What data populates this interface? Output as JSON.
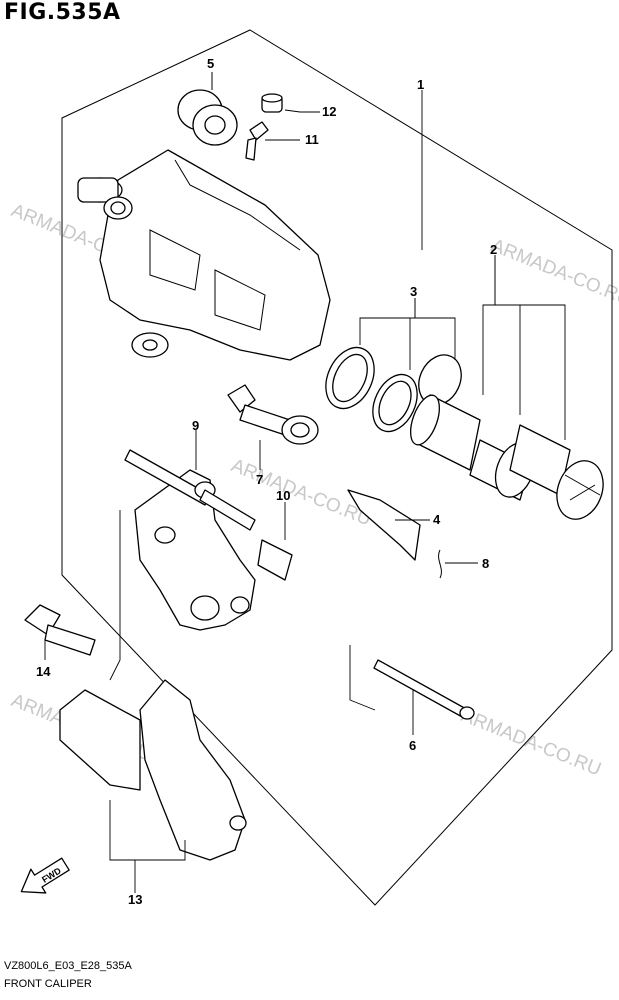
{
  "figure": {
    "title": "FIG.535A",
    "code": "VZ800L6_E03_E28_535A",
    "name": "FRONT CALIPER"
  },
  "callouts": [
    "1",
    "2",
    "3",
    "4",
    "5",
    "6",
    "7",
    "8",
    "9",
    "10",
    "11",
    "12",
    "13",
    "14"
  ],
  "watermark": "ARMADA-CO.RU",
  "fwd_label": "FWD"
}
